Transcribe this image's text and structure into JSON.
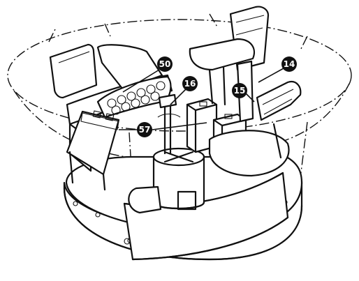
{
  "callouts": [
    {
      "label": "50"
    },
    {
      "label": "16"
    },
    {
      "label": "14"
    },
    {
      "label": "15"
    },
    {
      "label": "57"
    }
  ]
}
